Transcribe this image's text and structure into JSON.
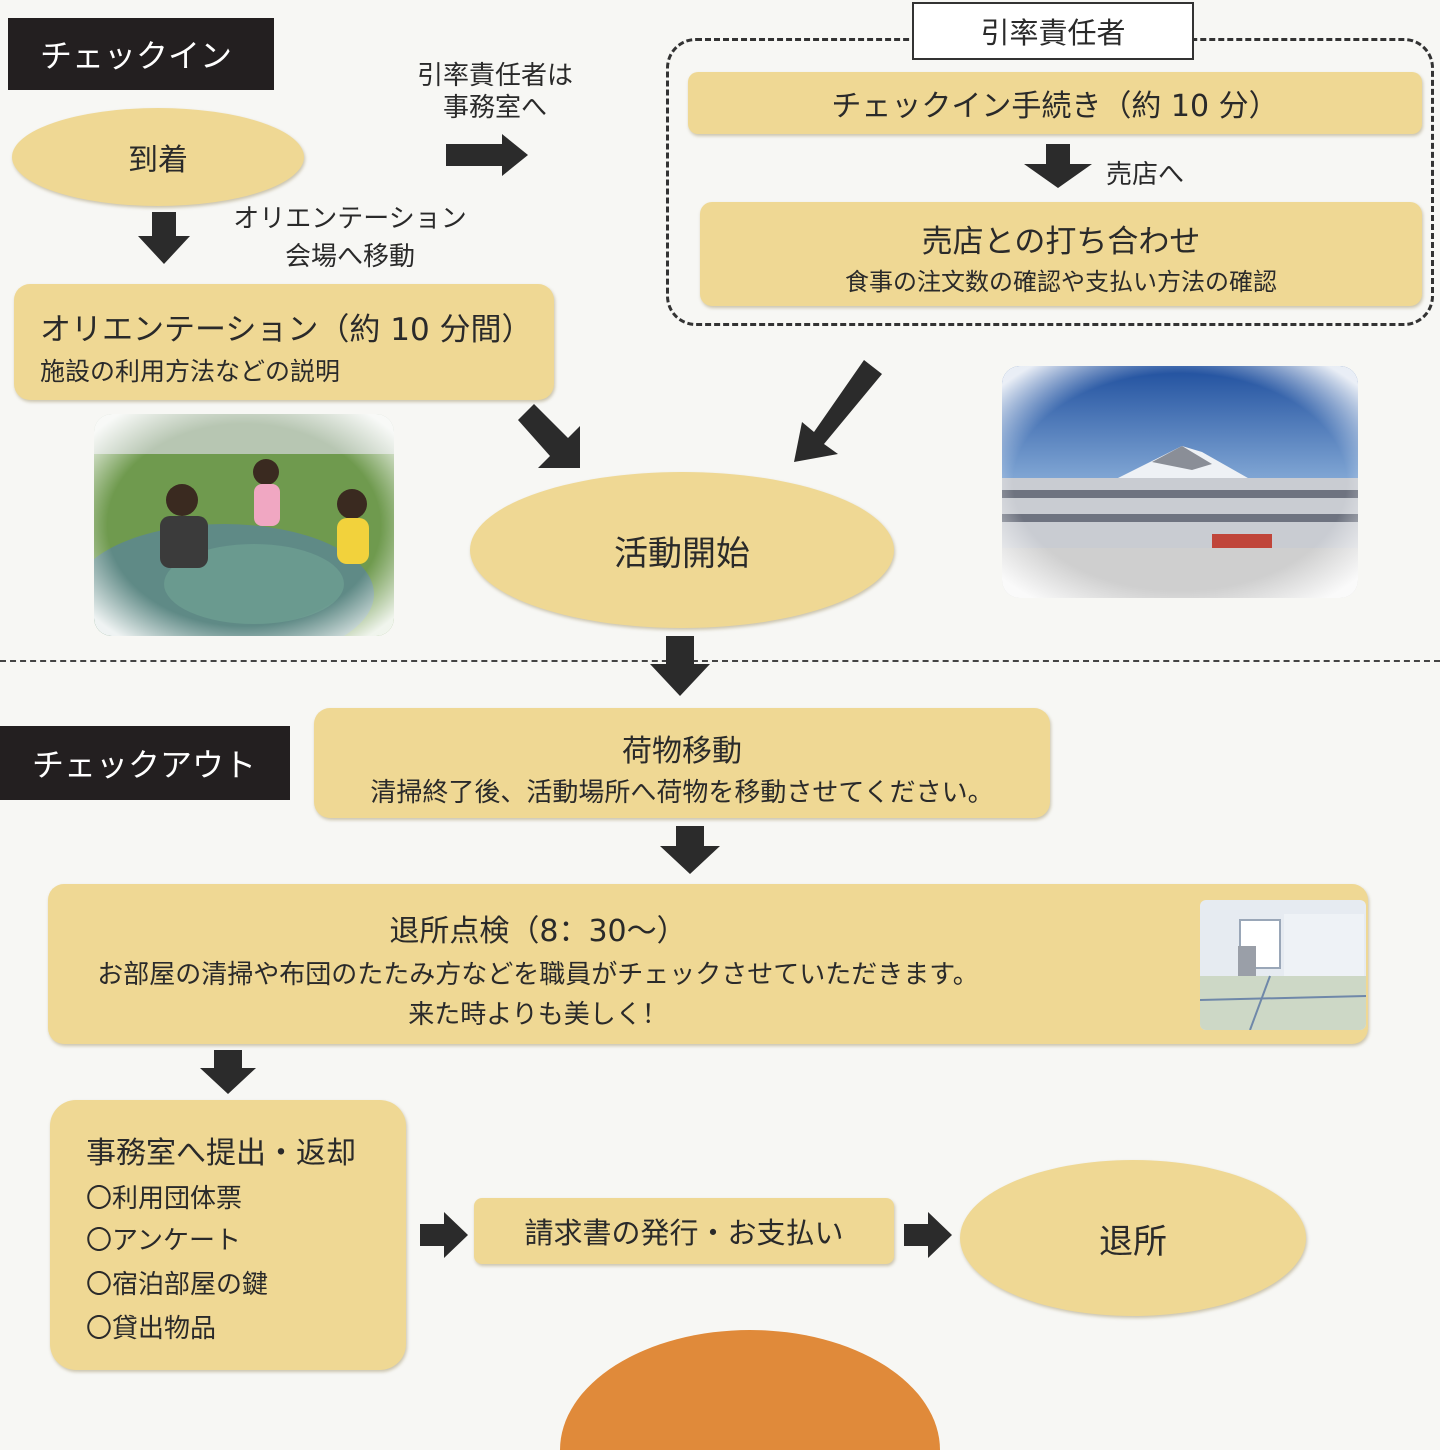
{
  "checkin": {
    "tag_label": "チェックイン",
    "arrival": "到着",
    "note_leader_to_office": [
      "引率責任者は",
      "事務室へ"
    ],
    "note_move_orientation": [
      "オリエンテーション",
      "会場へ移動"
    ],
    "orientation": {
      "title": "オリエンテーション（約 10 分間）",
      "detail": "施設の利用方法などの説明"
    },
    "leader_group": {
      "heading": "引率責任者",
      "procedure": "チェックイン手続き（約 10 分）",
      "to_shop": "売店へ",
      "shop_meeting_title": "売店との打ち合わせ",
      "shop_meeting_detail": "食事の注文数の確認や支払い方法の確認"
    },
    "activity_start": "活動開始"
  },
  "checkout": {
    "tag_label": "チェックアウト",
    "luggage": {
      "title": "荷物移動",
      "detail": "清掃終了後、活動場所へ荷物を移動させてください。"
    },
    "inspection": {
      "title": "退所点検（8：30〜）",
      "detail": "お部屋の清掃や布団のたたみ方などを職員がチェックさせていただきます。",
      "slogan": "来た時よりも美しく！"
    },
    "return_to_office": {
      "title": "事務室へ提出・返却",
      "items": [
        "〇利用団体票",
        "〇アンケート",
        "〇宿泊部屋の鍵",
        "〇貸出物品"
      ]
    },
    "invoice_payment": "請求書の発行・お支払い",
    "departure": "退所"
  },
  "colors": {
    "box_fill": "#efd894",
    "tag_fill": "#231f20",
    "arrow": "#2b2b2b",
    "orange_accent": "#e08a3a"
  }
}
